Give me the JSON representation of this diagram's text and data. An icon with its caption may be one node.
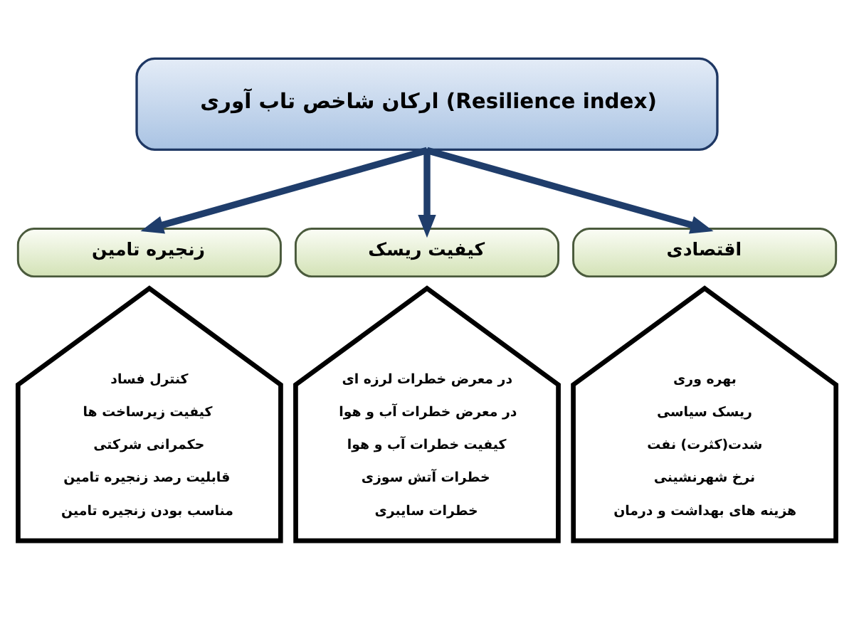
{
  "diagram": {
    "nodes": [
      {
        "text": [
          "ارکان شاخص تاب آوری (Resilience index)"
        ]
      },
      {
        "text": [
          "اقتصادی"
        ]
      },
      {
        "text": [
          "کیفیت ریسک"
        ]
      },
      {
        "text": [
          "زنجیره تامین"
        ]
      },
      {
        "text": [
          "بهره وری",
          "ریسک سیاسی",
          "شدت(کثرت) نفت",
          "نرخ شهرنشینی",
          "هزینه های بهداشت و درمان"
        ]
      },
      {
        "text": [
          "در معرض خطرات لرزه ای",
          "در معرض خطرات آب و هوا",
          "کیفیت خطرات آب و هوا",
          "خطرات آتش سوزی",
          "خطرات سایبری"
        ]
      },
      {
        "text": [
          "کنترل فساد",
          "کیفیت زیرساخت ها",
          "حکمرانی شرکتی",
          "قابلیت رصد زنجیره تامین",
          "مناسب بودن زنجیره تامین"
        ]
      }
    ],
    "edges": [
      {
        "from": 0,
        "to": 1,
        "arrow": "to"
      },
      {
        "from": 0,
        "to": 2,
        "arrow": "to"
      },
      {
        "from": 0,
        "to": 3,
        "arrow": "to"
      }
    ]
  }
}
